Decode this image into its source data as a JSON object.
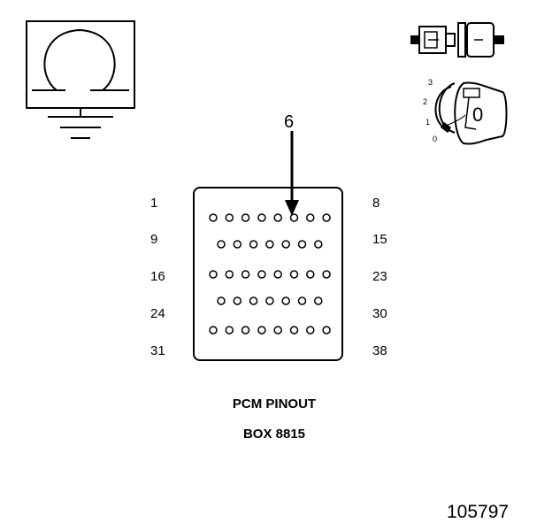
{
  "ohm_symbol": {
    "glyph": "Ω",
    "icon": "ohmmeter-ground-icon"
  },
  "ignition_switch": {
    "connector_icon": "connector-disconnected-icon",
    "key_icon": "ignition-key-icon",
    "key_position": "0",
    "positions": [
      "3",
      "2",
      "1",
      "0"
    ]
  },
  "callout": {
    "pin": "6"
  },
  "connector": {
    "left_labels": [
      "1",
      "9",
      "16",
      "24",
      "31"
    ],
    "right_labels": [
      "8",
      "15",
      "23",
      "30",
      "38"
    ],
    "row_pin_counts": [
      8,
      7,
      8,
      7,
      8
    ]
  },
  "caption": {
    "line1": "PCM PINOUT",
    "line2": "BOX 8815"
  },
  "figure_number": "105797"
}
